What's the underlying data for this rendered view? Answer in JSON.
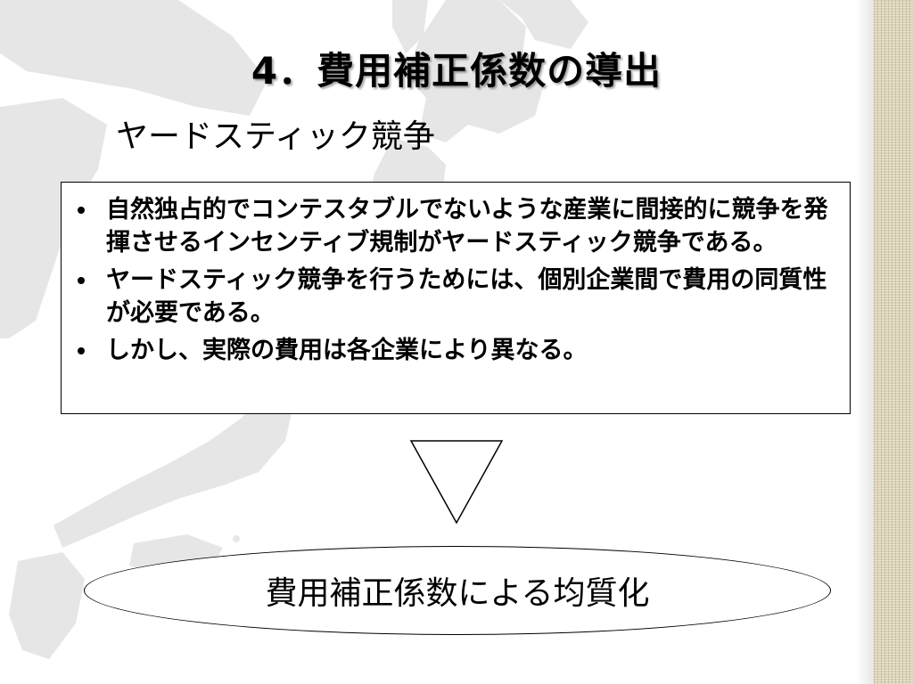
{
  "slide": {
    "title": "4．費用補正係数の導出",
    "subtitle": "ヤードスティック競争"
  },
  "bullets": [
    {
      "text": "自然独占的でコンテスタブルでないような産業に間接的に競争を発揮させるインセンティブ規制がヤードスティック競争である。"
    },
    {
      "text": "ヤードスティック競争を行うためには、個別企業間で費用の同質性が必要である。"
    },
    {
      "text": "しかし、実際の費用は各企業により異なる。"
    }
  ],
  "conclusion": {
    "text": "費用補正係数による均質化"
  },
  "colors": {
    "background": "#ffffff",
    "map_fill": "#e6e6e6",
    "texture_strip": "#dcd4b8",
    "text": "#000000"
  },
  "icons": {
    "bullet": "filled-circle",
    "arrow": "down-triangle-outline"
  }
}
